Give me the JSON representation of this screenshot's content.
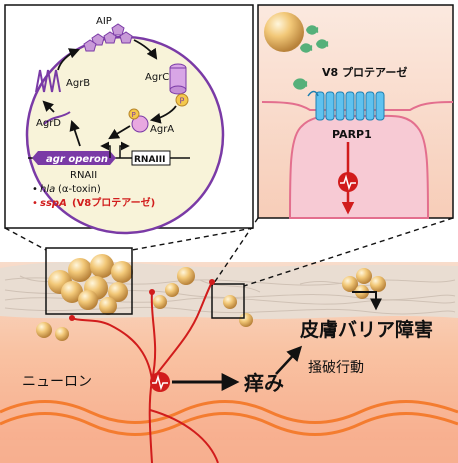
{
  "colors": {
    "skin_top": "#f6e4d6",
    "skin_mid": "#f9c8a8",
    "skin_deep": "#f7a98a",
    "wave": "#f47c2f",
    "neuron": "#d11c1c",
    "purple": "#7a3aa6",
    "green": "#55b07a",
    "blue": "#2e9fd6",
    "cell_pink": "#f7cad4",
    "bacterium_fill": "#f8f3d9"
  },
  "inset_left": {
    "aip_label": "AIP",
    "agrc_label": "AgrC",
    "agrb_label": "AgrB",
    "agrd_label": "AgrD",
    "agra_label": "AgrA",
    "p_label": "P",
    "operon_label": "agr operon",
    "rnaiii_box_label": "RNAIII",
    "rnaii_label": "RNAII",
    "hla_gene": "hla",
    "hla_desc": "(α-toxin)",
    "sspa_gene": "sspA",
    "sspa_desc": "(V8プロテアーゼ)",
    "bullet": "•"
  },
  "inset_right": {
    "v8_label": "V8 プロテアーゼ",
    "parp1_label": "PARP1"
  },
  "main": {
    "neuron_label": "ニューロン",
    "itch_label": "痒み",
    "barrier_label": "皮膚バリア障害",
    "scratch_label": "掻破行動"
  }
}
